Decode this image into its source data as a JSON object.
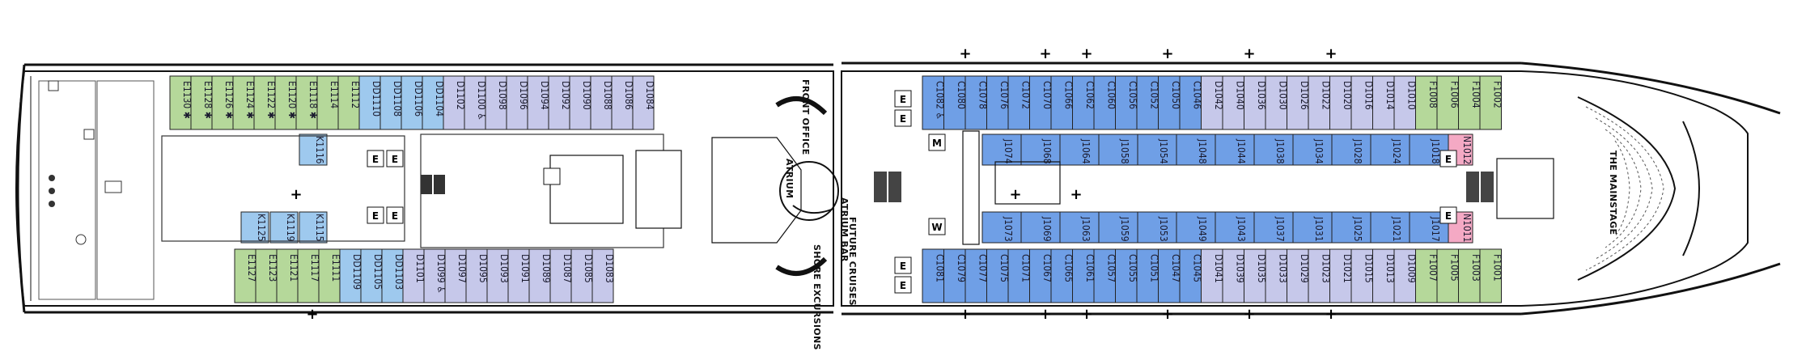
{
  "legend_colors": {
    "E": "#b5d89a",
    "D_blue": "#9ec9ee",
    "D_lav": "#c6c8ea",
    "C": "#6f9fe6",
    "N": "#f4a9c4",
    "F": "#b5d89a",
    "K": "#9ec9ee",
    "J": "#6f9fe6"
  },
  "cabins_top_aft": [
    "E1130 ✱",
    "E1128 ✱",
    "E1126 ✱",
    "E1124 ✱",
    "E1122 ✱",
    "E1120 ✱",
    "E1118 ✱",
    "E1114",
    "E1112",
    "DD1110",
    "DD1108",
    "DD1106",
    "DD1104",
    "D1102",
    "D1100 ♿",
    "D1098",
    "D1096",
    "D1094",
    "D1092",
    "D1090",
    "D1088",
    "D1086",
    "D1084"
  ],
  "cabins_bottom_aft": [
    "E1127",
    "E1123",
    "E1121",
    "E1117",
    "E1111",
    "DD1109",
    "DD1105",
    "DD1103",
    "D1101",
    "D1099 ♿",
    "D1097",
    "D1095",
    "D1093",
    "D1091",
    "D1089",
    "D1087",
    "D1085",
    "D1083"
  ],
  "cabins_inner_aft": [
    "K1116",
    "K1125",
    "K1119",
    "K1115"
  ],
  "cabins_top_fwd": [
    "C1082 ♿",
    "C1080",
    "C1078",
    "C1076",
    "C1072",
    "C1070",
    "C1066",
    "C1062",
    "C1060",
    "C1056",
    "C1052",
    "C1050",
    "C1046",
    "D1042",
    "D1040",
    "D1036",
    "D1030",
    "D1026",
    "D1022",
    "D1020",
    "D1016",
    "D1014",
    "D1010",
    "F1008",
    "F1006",
    "F1004",
    "F1002"
  ],
  "cabins_bottom_fwd": [
    "C1081",
    "C1079",
    "C1077",
    "C1075",
    "C1071",
    "C1067",
    "C1065",
    "C1061",
    "C1057",
    "C1055",
    "C1051",
    "C1047",
    "C1045",
    "D1041",
    "D1039",
    "D1035",
    "D1033",
    "D1029",
    "D1023",
    "D1021",
    "D1015",
    "D1013",
    "D1009",
    "F1007",
    "F1005",
    "F1003",
    "F1001"
  ],
  "cabins_inner_fwd_top": [
    "J1074",
    "J1068",
    "J1064",
    "J1058",
    "J1054",
    "J1048",
    "J1044",
    "J1038",
    "J1034",
    "J1028",
    "J1024",
    "J1018"
  ],
  "cabins_inner_fwd_bottom": [
    "J1073",
    "J1069",
    "J1063",
    "J1059",
    "J1053",
    "J1049",
    "J1043",
    "J1037",
    "J1031",
    "J1025",
    "J1021",
    "J1017"
  ],
  "n_cabins": [
    "N1012",
    "N1011"
  ],
  "labels": {
    "front_office": "FRONT OFFICE",
    "atrium": "ATRIUM",
    "atrium_bar": "ATRIUM BAR",
    "future_cruises": "FUTURE CRUISES",
    "shore_excursions": "SHORE EXCURSIONS",
    "main_stage": "THE MAINSTAGE"
  },
  "symbols": {
    "elevator": "E",
    "women": "W",
    "men": "M",
    "plus": "+"
  }
}
